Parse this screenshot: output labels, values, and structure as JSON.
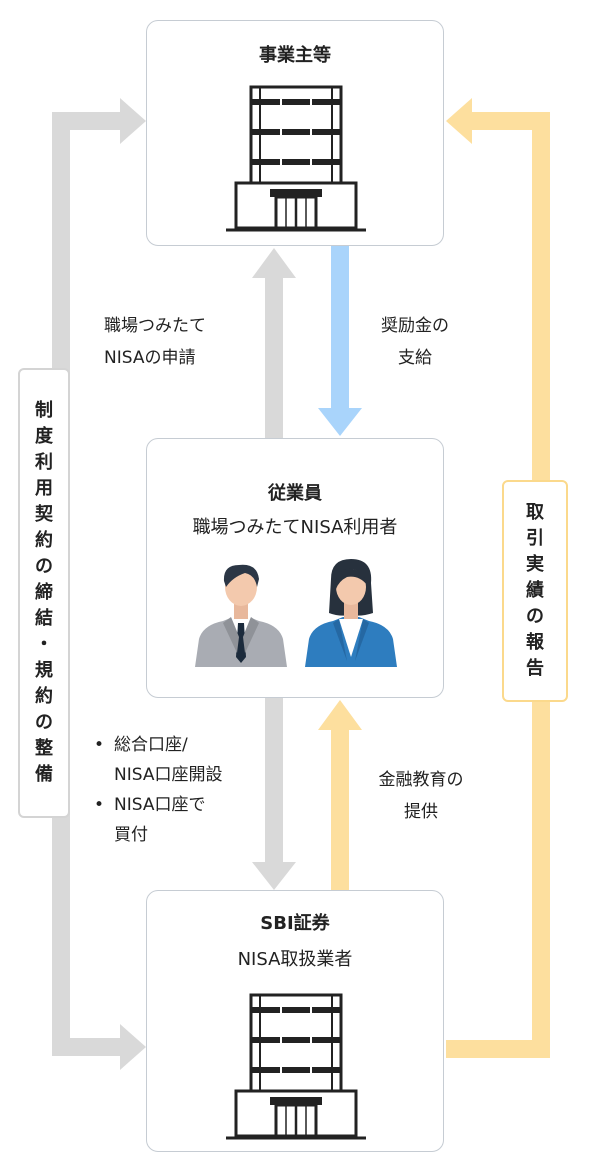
{
  "top_box": {
    "title": "事業主等"
  },
  "middle_box": {
    "title": "従業員",
    "subtitle": "職場つみたてNISA利用者"
  },
  "bottom_box": {
    "title": "SBI証券",
    "subtitle": "NISA取扱業者"
  },
  "labels": {
    "application": [
      "職場つみたて",
      "NISAの申請"
    ],
    "incentive": [
      "奨励金の",
      "支給"
    ],
    "education": [
      "金融教育の",
      "提供"
    ],
    "steps": [
      {
        "lines": [
          "総合口座/",
          "NISA口座開設"
        ]
      },
      {
        "lines": [
          "NISA口座で",
          "買付"
        ]
      }
    ]
  },
  "left_side_label": [
    "制",
    "度",
    "利",
    "用",
    "契",
    "約",
    "の",
    "締",
    "結",
    "・",
    "規",
    "約",
    "の",
    "整",
    "備"
  ],
  "right_side_label": [
    "取",
    "引",
    "実",
    "績",
    "の",
    "報",
    "告"
  ],
  "colors": {
    "gray_arrow": "#d9d9d9",
    "blue_arrow": "#a9d4fb",
    "orange_arrow": "#fddf9e",
    "box_border": "#c6ccd3",
    "right_label_border": "#fbd98c"
  }
}
